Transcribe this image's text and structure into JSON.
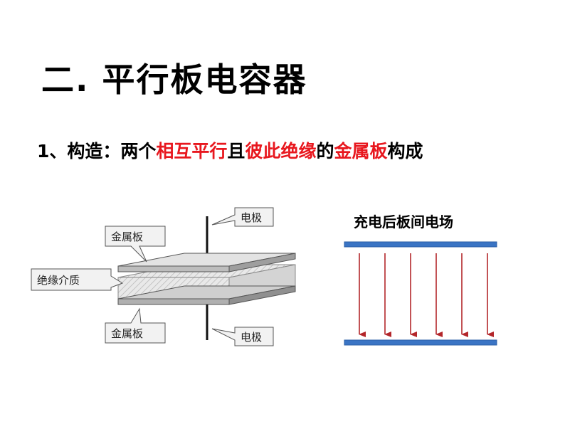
{
  "title": "二. 平行板电容器",
  "construction": {
    "prefix": "1、构造：两个",
    "hl1": "相互平行",
    "mid1": "且",
    "hl2": "彼此绝缘",
    "mid2": "的",
    "hl3": "金属板",
    "suffix": "构成"
  },
  "diagram": {
    "label_top_electrode": "电极",
    "label_top_plate": "金属板",
    "label_insulator": "绝缘介质",
    "label_bottom_plate": "金属板",
    "label_bottom_electrode": "电极"
  },
  "field": {
    "label": "充电后板间电场",
    "arrow_count": 6,
    "plate_color": "#3a74c4",
    "arrow_color": "#b3262a"
  },
  "colors": {
    "highlight": "#e8171e"
  }
}
